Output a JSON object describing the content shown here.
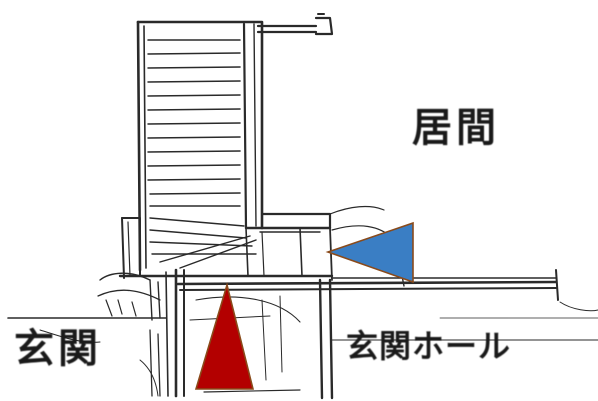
{
  "rooms": {
    "living": "居間",
    "entrance": "玄関",
    "entrance_hall": "玄関ホール"
  },
  "markers": {
    "red_triangle": {
      "color": "#b30000",
      "stroke": "#8a4a1a"
    },
    "blue_triangle": {
      "color": "#3a7ec4",
      "stroke": "#8a4a1a"
    }
  },
  "colors": {
    "ink": "#222222",
    "background": "#ffffff"
  }
}
